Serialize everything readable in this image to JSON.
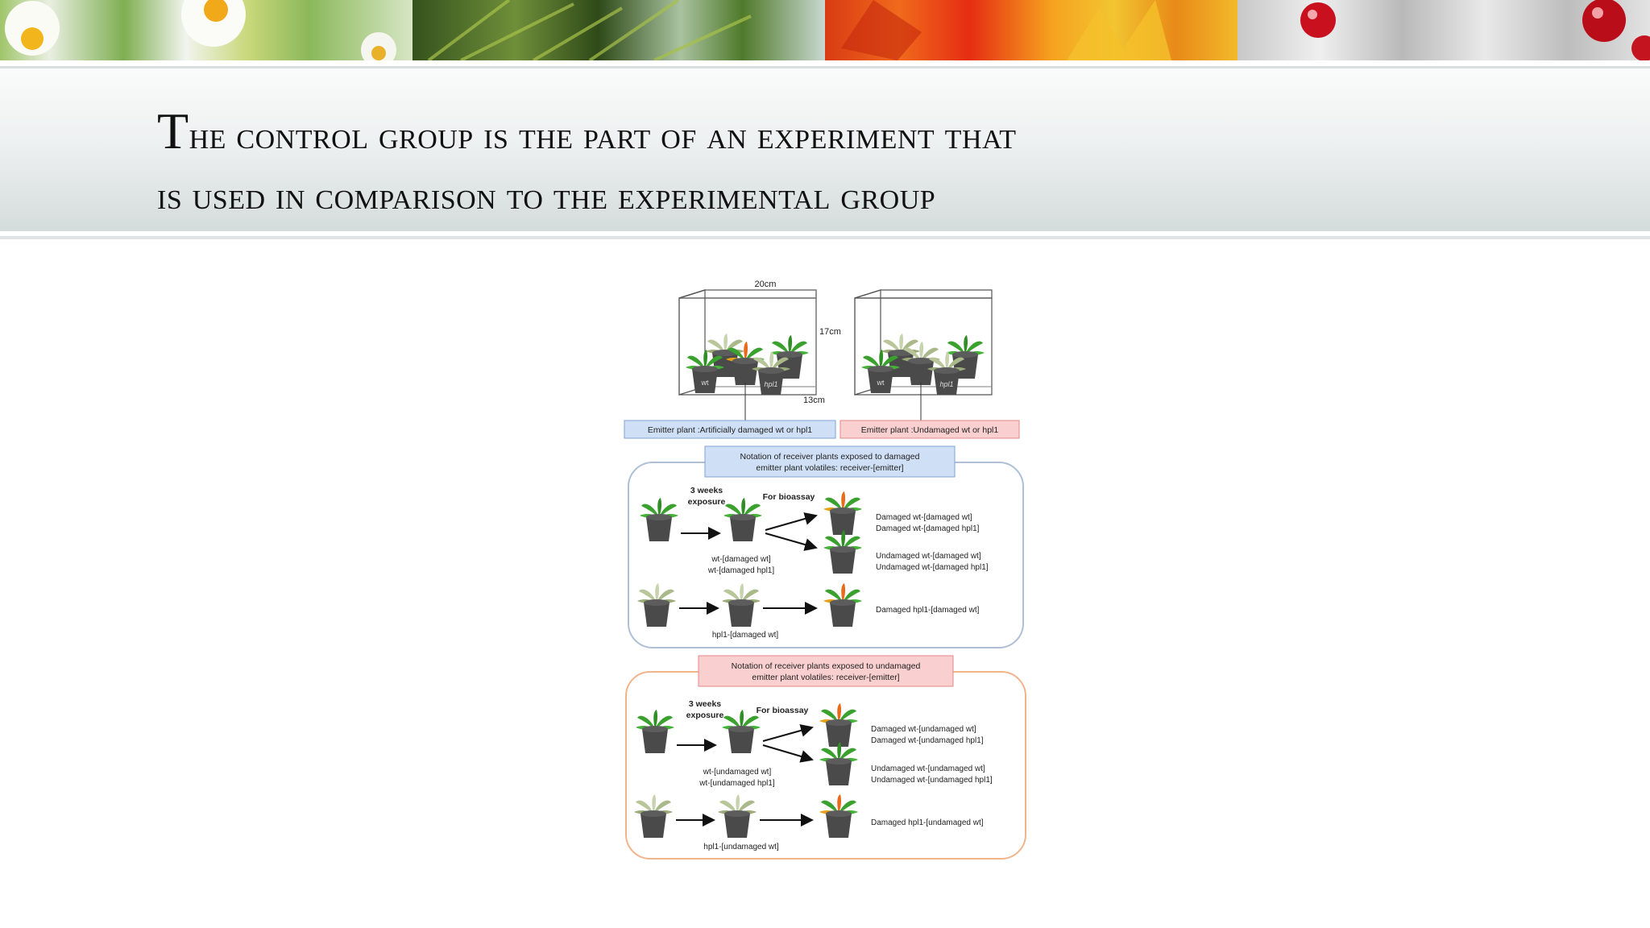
{
  "slide": {
    "title_first_letter": "T",
    "title_rest_line1": "he control group is the part of an experiment that",
    "title_line2": "is used in comparison to the experimental group"
  },
  "figure": {
    "dim_width": "20cm",
    "dim_height": "17cm",
    "dim_depth": "13cm",
    "pot_wt": "wt",
    "pot_hpl1": "hpl1",
    "emitter_damaged_label": "Emitter plant :Artificially damaged wt or hpl1",
    "emitter_undamaged_label": "Emitter plant :Undamaged wt or hpl1",
    "panel_damaged": {
      "header_line1": "Notation of receiver plants exposed to damaged",
      "header_line2": "emitter plant volatiles: receiver-[emitter]",
      "exposure_line1": "3 weeks",
      "exposure_line2": "exposure",
      "bioassay": "For bioassay",
      "wt_receiver_line1": "wt-[damaged wt]",
      "wt_receiver_line2": "wt-[damaged hpl1]",
      "hpl1_receiver": "hpl1-[damaged wt]",
      "result_damaged_1": "Damaged wt-[damaged wt]",
      "result_damaged_2": "Damaged wt-[damaged hpl1]",
      "result_undamaged_1": "Undamaged wt-[damaged wt]",
      "result_undamaged_2": "Undamaged wt-[damaged hpl1]",
      "result_hpl1": "Damaged hpl1-[damaged wt]"
    },
    "panel_undamaged": {
      "header_line1": "Notation of receiver plants exposed to undamaged",
      "header_line2": "emitter plant volatiles: receiver-[emitter]",
      "exposure_line1": "3 weeks",
      "exposure_line2": "exposure",
      "bioassay": "For bioassay",
      "wt_receiver_line1": "wt-[undamaged wt]",
      "wt_receiver_line2": "wt-[undamaged hpl1]",
      "hpl1_receiver": "hpl1-[undamaged wt]",
      "result_damaged_1": "Damaged wt-[undamaged wt]",
      "result_damaged_2": "Damaged wt-[undamaged hpl1]",
      "result_undamaged_1": "Undamaged wt-[undamaged wt]",
      "result_undamaged_2": "Undamaged wt-[undamaged hpl1]",
      "result_hpl1": "Damaged hpl1-[undamaged wt]"
    },
    "colors": {
      "blue_box": "#cfe0f6",
      "blue_border": "#7fa3d6",
      "pink_box": "#f9cfcf",
      "pink_border": "#e08a8a",
      "panel_blue_border": "#aebfd6",
      "panel_orange_border": "#f0b48c",
      "leaf_green": "#3aa12e",
      "leaf_pale": "#b8c69a",
      "leaf_orange": "#e86a1a",
      "pot": "#4a4a4a"
    }
  }
}
